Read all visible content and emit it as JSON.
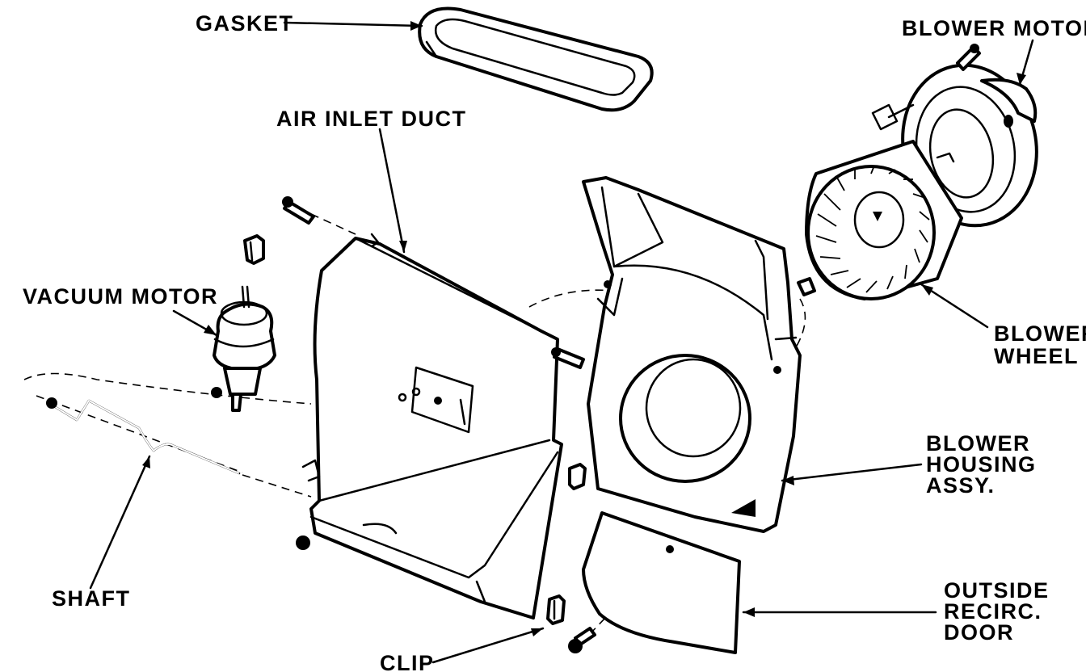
{
  "labels": {
    "gasket": "GASKET",
    "blower_motor": "BLOWER MOTOR",
    "air_inlet_duct": "AIR INLET DUCT",
    "vacuum_motor": "VACUUM MOTOR",
    "blower_wheel_1": "BLOWER",
    "blower_wheel_2": "WHEEL",
    "blower_housing_1": "BLOWER",
    "blower_housing_2": "HOUSING",
    "blower_housing_3": "ASSY.",
    "shaft": "SHAFT",
    "outside_door_1": "OUTSIDE",
    "outside_door_2": "RECIRC.",
    "outside_door_3": "DOOR",
    "clip": "CLIP"
  }
}
